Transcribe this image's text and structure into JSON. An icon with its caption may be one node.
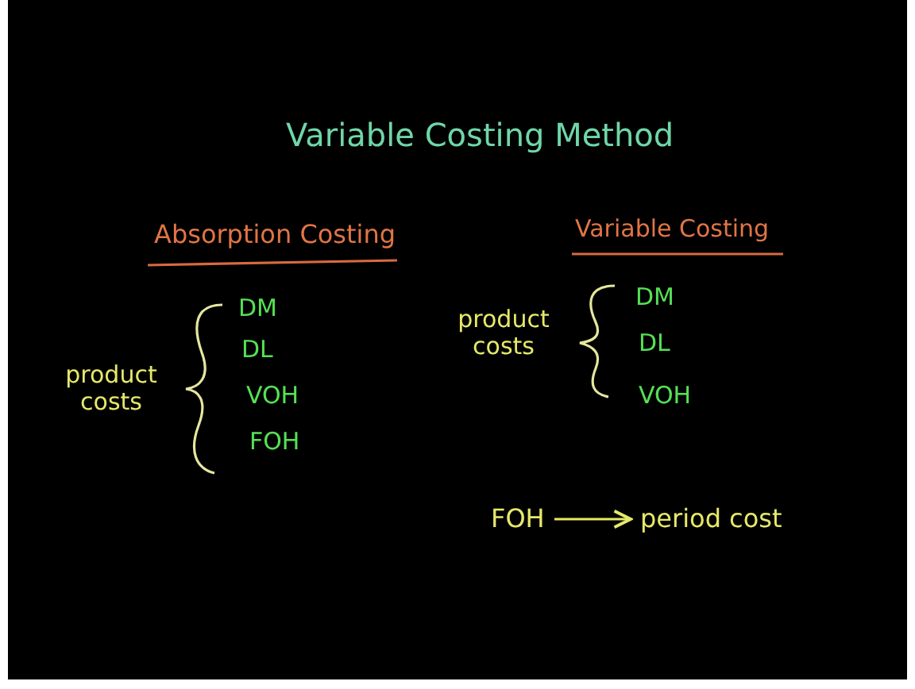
{
  "diagram": {
    "title": "Variable Costing Method",
    "nodes": [
      {
        "text": [
          "FOH"
        ]
      },
      {
        "text": [
          "period cost"
        ]
      }
    ],
    "edges": [
      {
        "from": 0,
        "to": 1,
        "arrow": "to"
      }
    ],
    "labels": [
      "Absorption Costing",
      "Variable Costing",
      "DM",
      "DL",
      "product costs",
      "VOH",
      "FOH",
      "product costs",
      "DM",
      "DL",
      "VOH"
    ]
  }
}
